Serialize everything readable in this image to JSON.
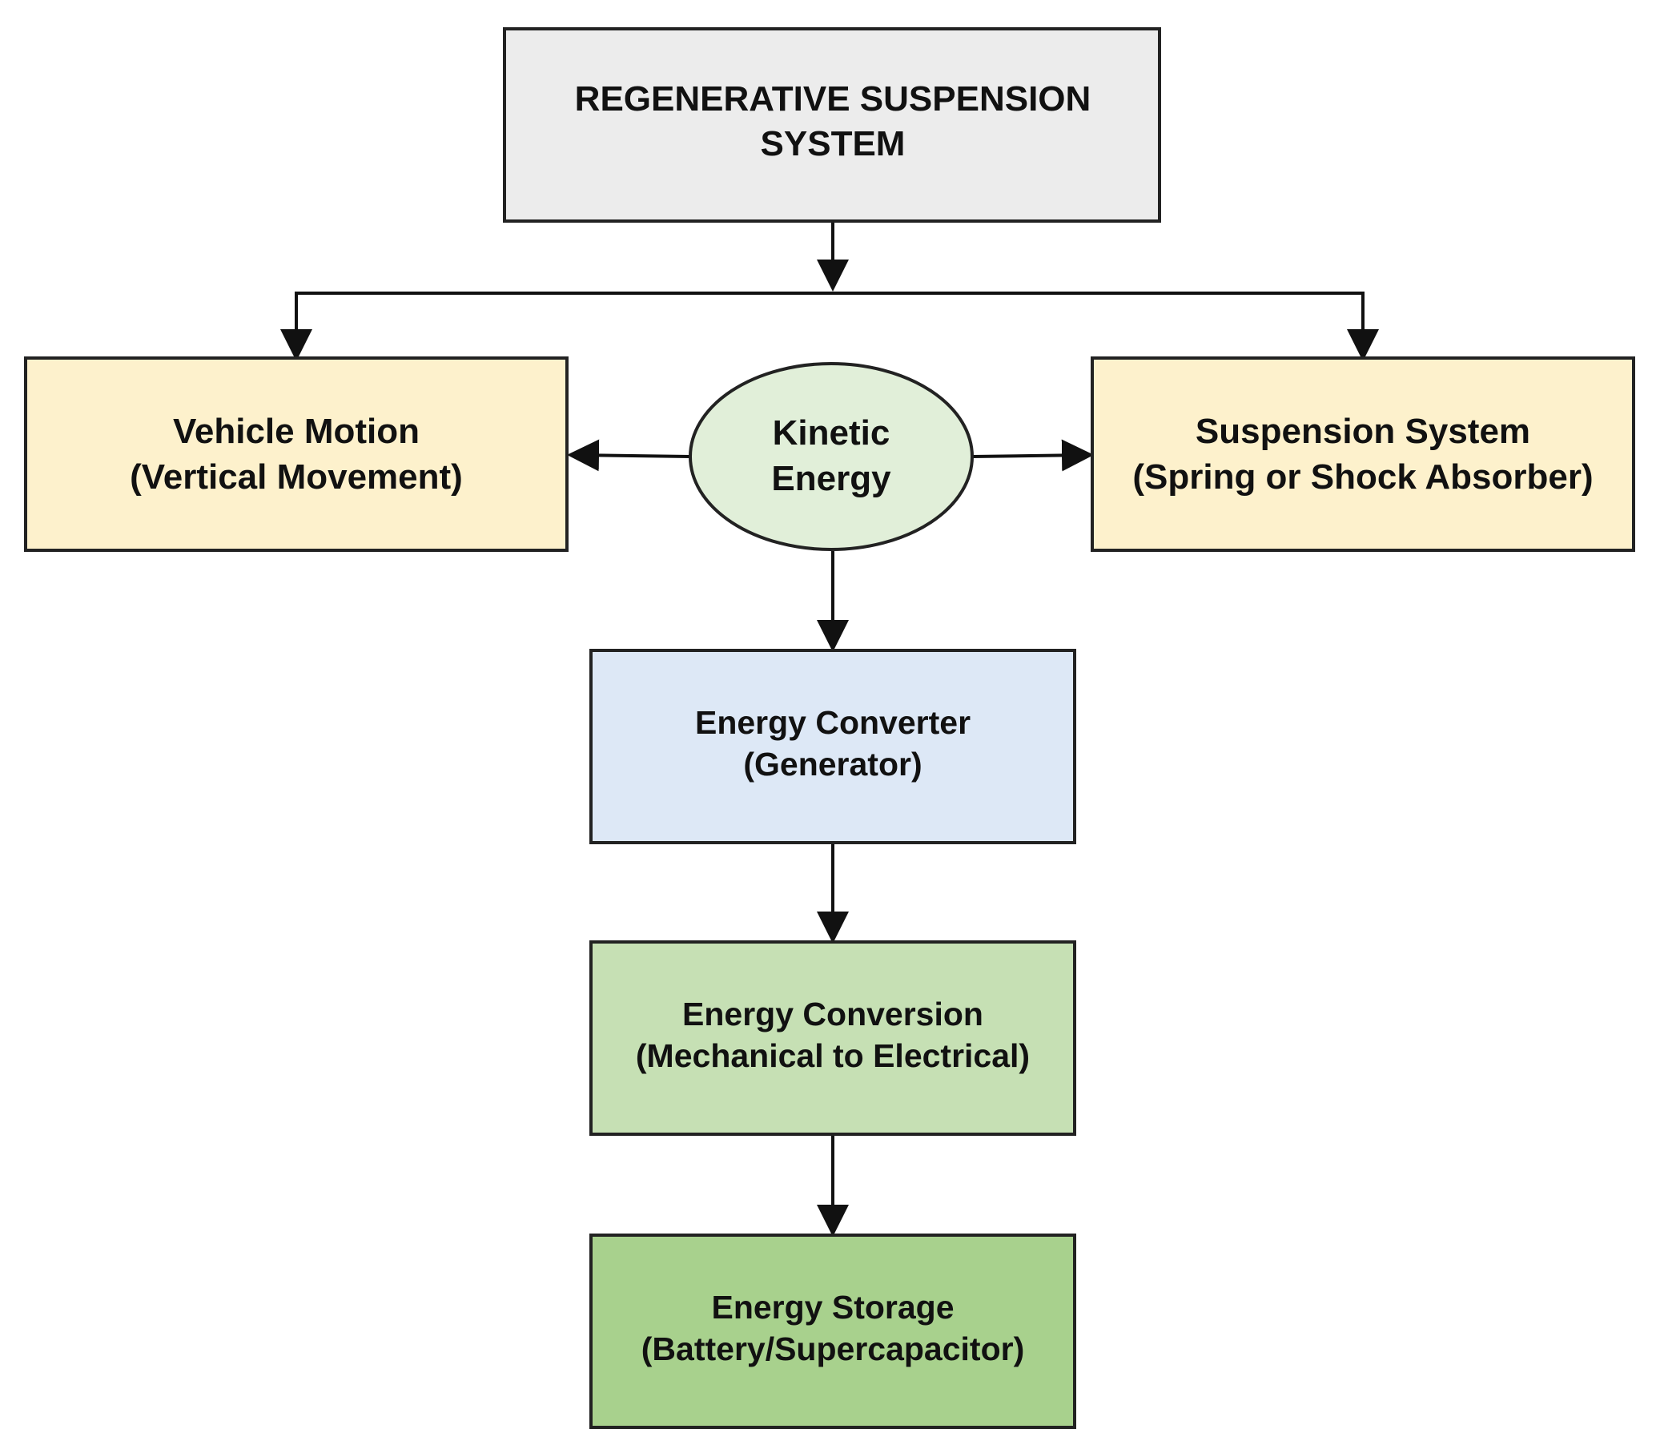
{
  "colors": {
    "title_fill": "#ececec",
    "motion_fill": "#fdf1cc",
    "kinetic_fill": "#e1efd9",
    "converter_fill": "#dde8f6",
    "conversion_fill": "#c6e0b4",
    "storage_fill": "#a8d18d",
    "stroke": "#222222"
  },
  "nodes": {
    "title": {
      "line1": "REGENERATIVE SUSPENSION",
      "line2": "SYSTEM"
    },
    "vehicle_motion": {
      "line1": "Vehicle Motion",
      "line2": "(Vertical Movement)"
    },
    "kinetic_energy": {
      "line1": "Kinetic",
      "line2": "Energy"
    },
    "suspension_system": {
      "line1": "Suspension System",
      "line2": "(Spring or Shock Absorber)"
    },
    "energy_converter": {
      "line1": "Energy Converter",
      "line2": "(Generator)"
    },
    "energy_conversion": {
      "line1": "Energy Conversion",
      "line2": "(Mechanical to Electrical)"
    },
    "energy_storage": {
      "line1": "Energy Storage",
      "line2": "(Battery/Supercapacitor)"
    }
  }
}
